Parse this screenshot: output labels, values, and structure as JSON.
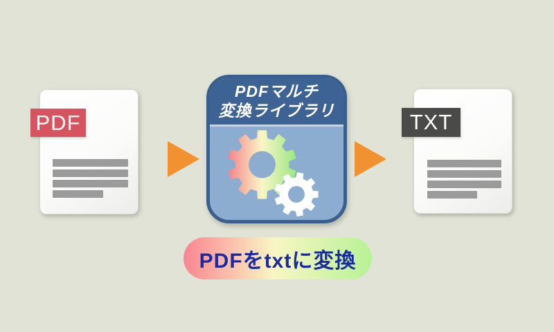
{
  "app": {
    "background_color": "#e0e3d6"
  },
  "source_document": {
    "badge_label": "PDF",
    "badge_color": "#d6545f",
    "text_line_count": 4
  },
  "target_document": {
    "badge_label": "TXT",
    "badge_color": "#4a4a48",
    "text_line_count": 4
  },
  "converter": {
    "title_line1": "PDFマルチ",
    "title_line2": "変換ライブラリ",
    "header_color": "#3d6294",
    "body_color": "#8cacd0",
    "border_color": "#3a5f8f",
    "divider_color": "#c5d4e8"
  },
  "arrows": {
    "color": "#f2912f"
  },
  "gears": {
    "gradient_left": "#f5808b",
    "gradient_mid": "#f9f6c5",
    "gradient_right": "#97e781",
    "small_gear_color": "#ffffff"
  },
  "caption": {
    "label": "PDFをtxtに変換",
    "text_color": "#1b2aa2",
    "gradient_left": "#fa8591",
    "gradient_mid": "#f9f6c3",
    "gradient_right": "#b7f295"
  }
}
